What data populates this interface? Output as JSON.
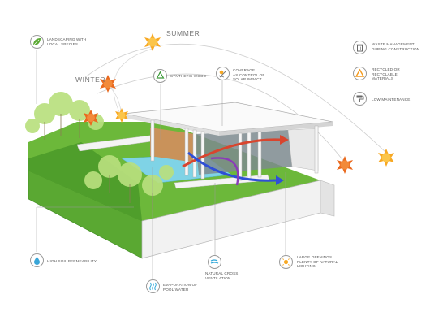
{
  "seasons": {
    "summer": "SUMMER",
    "winter": "WINTER"
  },
  "labels": {
    "landscaping": "LANDSCAPING WITH\nLOCAL SPECIES",
    "synthetic_wood": "SYNTHETIC WOOD",
    "coverage": "COVERAGE\nAS CONTROL OF\nSOLAR IMPACT",
    "waste": "WASTE MANAGEMENT\nDURING CONSTRUCTION",
    "recycled": "RECYCLED OR\nRECYCLABLE\nMATERIALS",
    "maintenance": "LOW MAINTENANCE",
    "soil": "HIGH SOIL PERMEABILITY",
    "ventilation": "NATURAL CROSS\nVENTILATION",
    "openings": "LARGE OPENINGS\nPLENTY OF NATURAL\nLIGHTING",
    "evaporation": "EVAPORATION OF\nPOOL WATER"
  },
  "icons": {
    "landscaping": "leaf-icon",
    "synthetic_wood": "recycle-icon",
    "coverage": "sun-shade-icon",
    "waste": "trash-can-icon",
    "recycled": "recycle-triangle-icon",
    "maintenance": "paint-roller-icon",
    "soil": "water-drop-icon",
    "ventilation": "wind-icon",
    "openings": "sun-icon",
    "evaporation": "evaporation-icon"
  },
  "colors": {
    "grass": "#5aa832",
    "grass_dark": "#3f8a22",
    "sun": "#f7a823",
    "sun_winter": "#ea6a1f",
    "pool": "#7fd3e6",
    "arrow_hot": "#d8452e",
    "arrow_cold": "#2f4fd6",
    "wood": "#c9925a"
  }
}
